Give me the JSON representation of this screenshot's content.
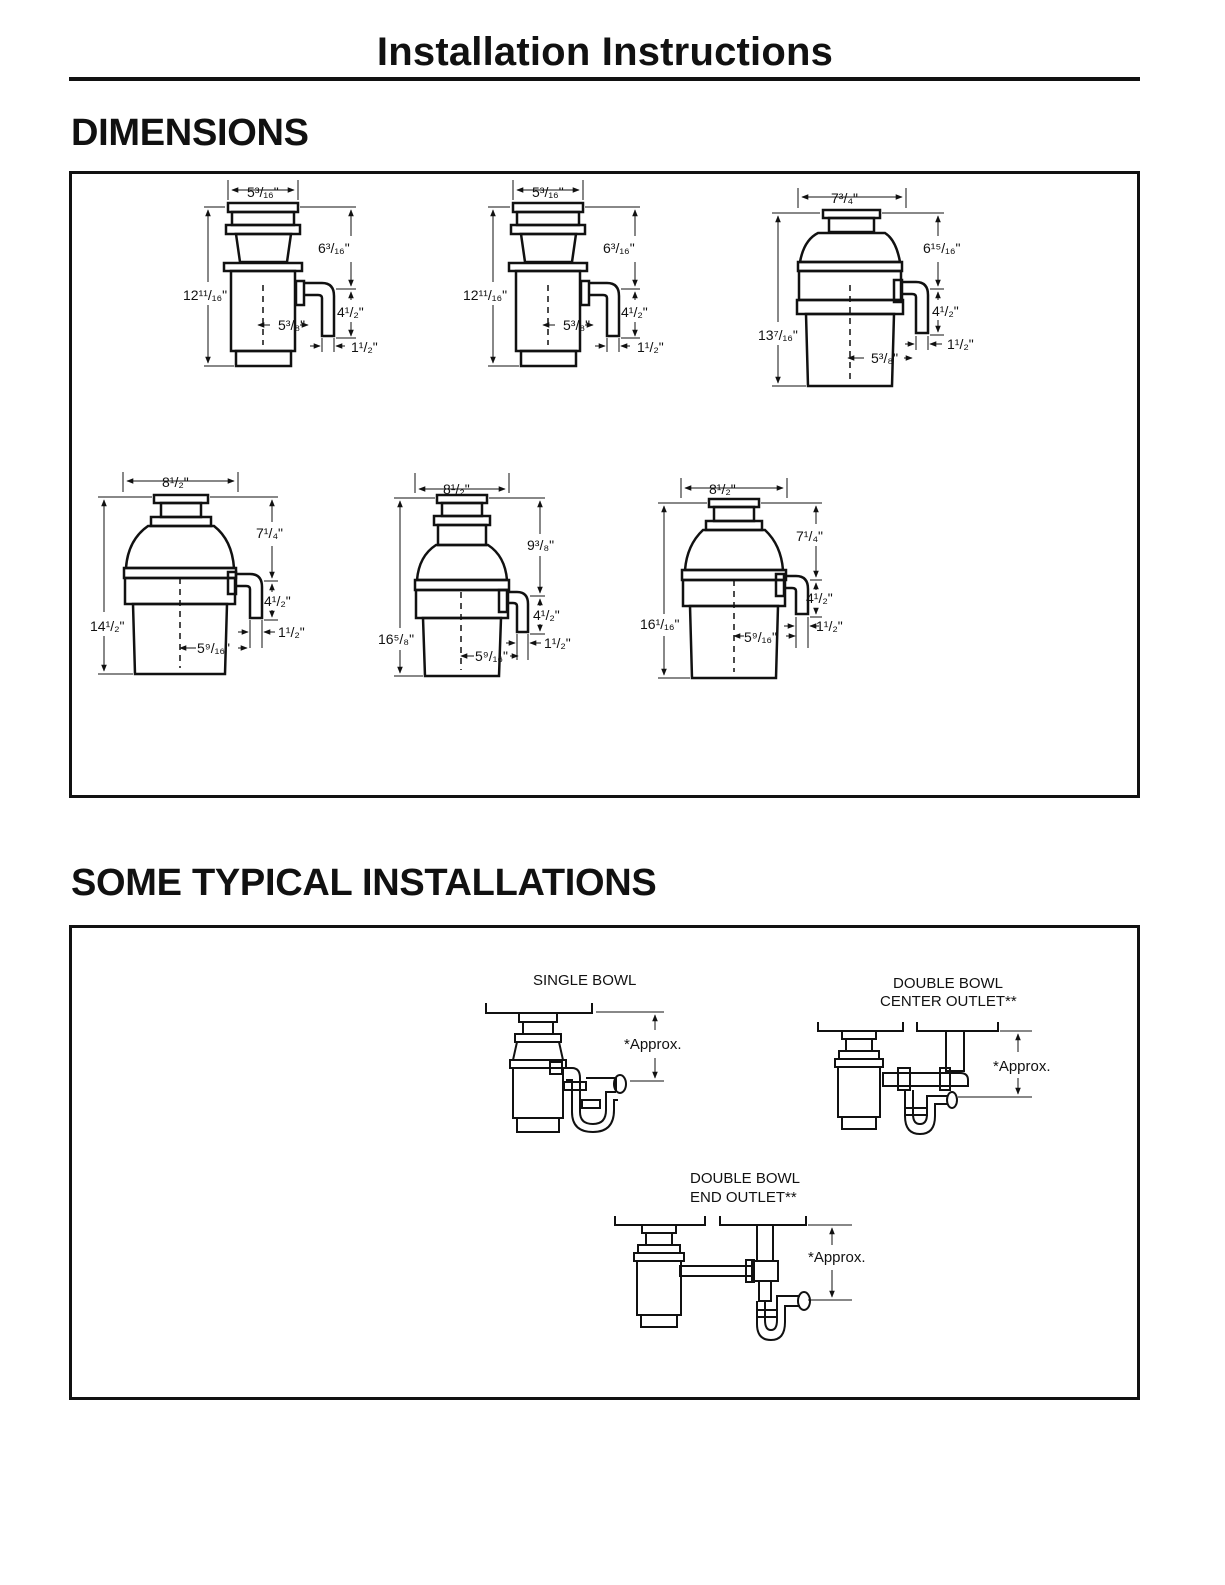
{
  "header": {
    "title": "Installation Instructions"
  },
  "dimensions": {
    "heading": "DIMENSIONS",
    "models": [
      {
        "width": "5³/₁₆\"",
        "upper_height": "6³/₁₆\"",
        "total_height": "12¹¹/₁₆\"",
        "outlet_offset": "5³/₈\"",
        "outlet_drop": "4¹/₂\"",
        "outlet_diameter": "1¹/₂\""
      },
      {
        "width": "5³/₁₆\"",
        "upper_height": "6³/₁₆\"",
        "total_height": "12¹¹/₁₆\"",
        "outlet_offset": "5³/₈\"",
        "outlet_drop": "4¹/₂\"",
        "outlet_diameter": "1¹/₂\""
      },
      {
        "width": "7³/₄\"",
        "upper_height": "6¹⁵/₁₆\"",
        "total_height": "13⁷/₁₆\"",
        "outlet_offset": "5³/₈\"",
        "outlet_drop": "4¹/₂\"",
        "outlet_diameter": "1¹/₂\""
      },
      {
        "width": "8¹/₂\"",
        "upper_height": "7¹/₄\"",
        "total_height": "14¹/₂\"",
        "outlet_offset": "5⁹/₁₆\"",
        "outlet_drop": "4¹/₂\"",
        "outlet_diameter": "1¹/₂\""
      },
      {
        "width": "8¹/₂\"",
        "upper_height": "9³/₈\"",
        "total_height": "16⁵/₈\"",
        "outlet_offset": "5⁹/₁₆\"",
        "outlet_drop": "4¹/₂\"",
        "outlet_diameter": "1¹/₂\""
      },
      {
        "width": "8¹/₂\"",
        "upper_height": "7¹/₄\"",
        "total_height": "16¹/₁₆\"",
        "outlet_offset": "5⁹/₁₆\"",
        "outlet_drop": "4¹/₂\"",
        "outlet_diameter": "1¹/₂\""
      }
    ]
  },
  "installations": {
    "heading": "SOME TYPICAL INSTALLATIONS",
    "single_bowl": {
      "label": "SINGLE BOWL",
      "approx": "*Approx."
    },
    "double_center": {
      "label_line1": "DOUBLE BOWL",
      "label_line2": "CENTER OUTLET**",
      "approx": "*Approx."
    },
    "double_end": {
      "label_line1": "DOUBLE BOWL",
      "label_line2": "END OUTLET**",
      "approx": "*Approx."
    }
  }
}
